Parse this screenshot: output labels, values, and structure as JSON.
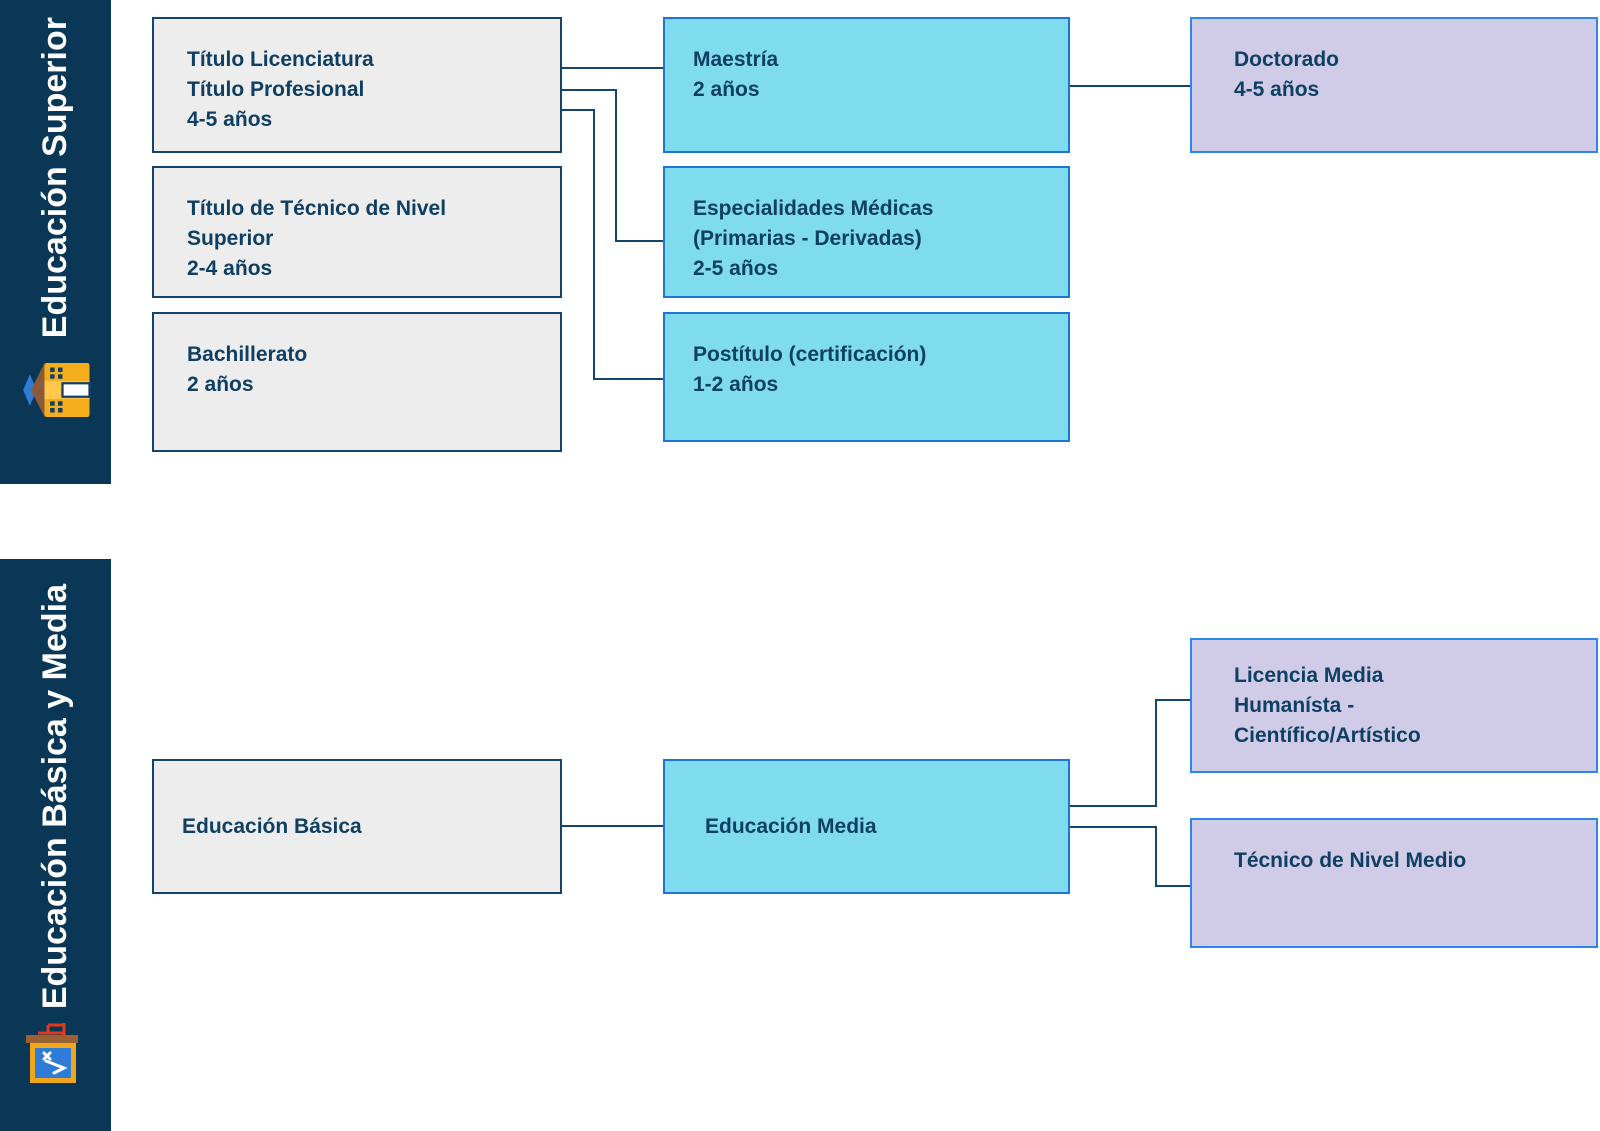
{
  "colors": {
    "sidebar_bg": "#0b3757",
    "gray_fill": "#ededed",
    "gray_border": "#14436b",
    "cyan_fill": "#7fdbee",
    "cyan_border": "#1b76d4",
    "lavender_fill": "#d0cce8",
    "lavender_border": "#2e86ec",
    "line_color": "#14466d",
    "text_color": "#0f3f62",
    "sidebar_text": "#ffffff"
  },
  "sidebars": {
    "superior": {
      "label": "Educación Superior",
      "icon": "school-building-icon"
    },
    "basica_media": {
      "label": "Educación Básica y Media",
      "icon": "classroom-chalkboard-icon"
    }
  },
  "boxes": {
    "titulo_licenciatura": {
      "lines": [
        "Título Licenciatura",
        "Título Profesional",
        "4-5 años"
      ]
    },
    "tecnico_superior": {
      "lines": [
        "Título de Técnico de Nivel",
        "Superior",
        "2-4 años"
      ]
    },
    "bachillerato": {
      "lines": [
        "Bachillerato",
        "2 años"
      ]
    },
    "maestria": {
      "lines": [
        "Maestría",
        "2 años"
      ]
    },
    "especialidades_medicas": {
      "lines": [
        "Especialidades Médicas",
        "(Primarias - Derivadas)",
        "2-5 años"
      ]
    },
    "postitulo": {
      "lines": [
        "Postítulo (certificación)",
        "1-2 años"
      ]
    },
    "doctorado": {
      "lines": [
        "Doctorado",
        "4-5 años"
      ]
    },
    "educacion_basica": {
      "lines": [
        "Educación Básica"
      ]
    },
    "educacion_media": {
      "lines": [
        "Educación Media"
      ]
    },
    "licencia_media": {
      "lines": [
        "Licencia Media",
        "Humanísta -",
        "Científico/Artístico"
      ]
    },
    "tecnico_medio": {
      "lines": [
        "Técnico de Nivel Medio"
      ]
    }
  }
}
